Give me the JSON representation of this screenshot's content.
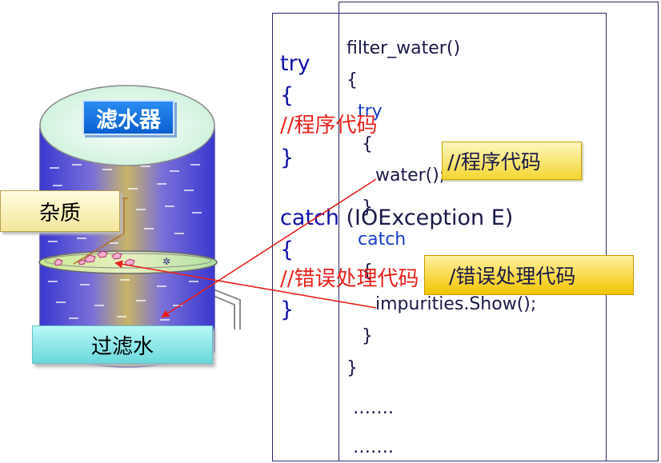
{
  "filter": {
    "title": "滤水器",
    "impurity_label": "杂质",
    "filtered_label": "过滤水"
  },
  "code_front": {
    "try_kw": "try",
    "open1": "{",
    "comment1": "//程序代码",
    "close1": "}",
    "catch_kw": "catch",
    "catch_args": " (IOException  E)",
    "open2": "{",
    "comment2": "//错误处理代码",
    "close2": "}"
  },
  "code_back": {
    "func": "filter_water()",
    "open": "{",
    "try_kw": "try",
    "open_try": "{",
    "water_call": "water();",
    "close_try": "}",
    "catch_kw": "catch",
    "open_catch": "{",
    "show_call": "impurities.Show();",
    "close_catch": "}",
    "close": "}",
    "ellipsis1": "…….",
    "ellipsis2": "……."
  },
  "callouts": {
    "program_code": "//程序代码",
    "error_code": "/错误处理代码"
  },
  "colors": {
    "keyword_blue": "#1010a8",
    "comment_red": "#e8201c",
    "callout_yellow": "#f4d630",
    "cylinder_purple": "#5a58e0",
    "arrow_red": "#e8201c"
  }
}
